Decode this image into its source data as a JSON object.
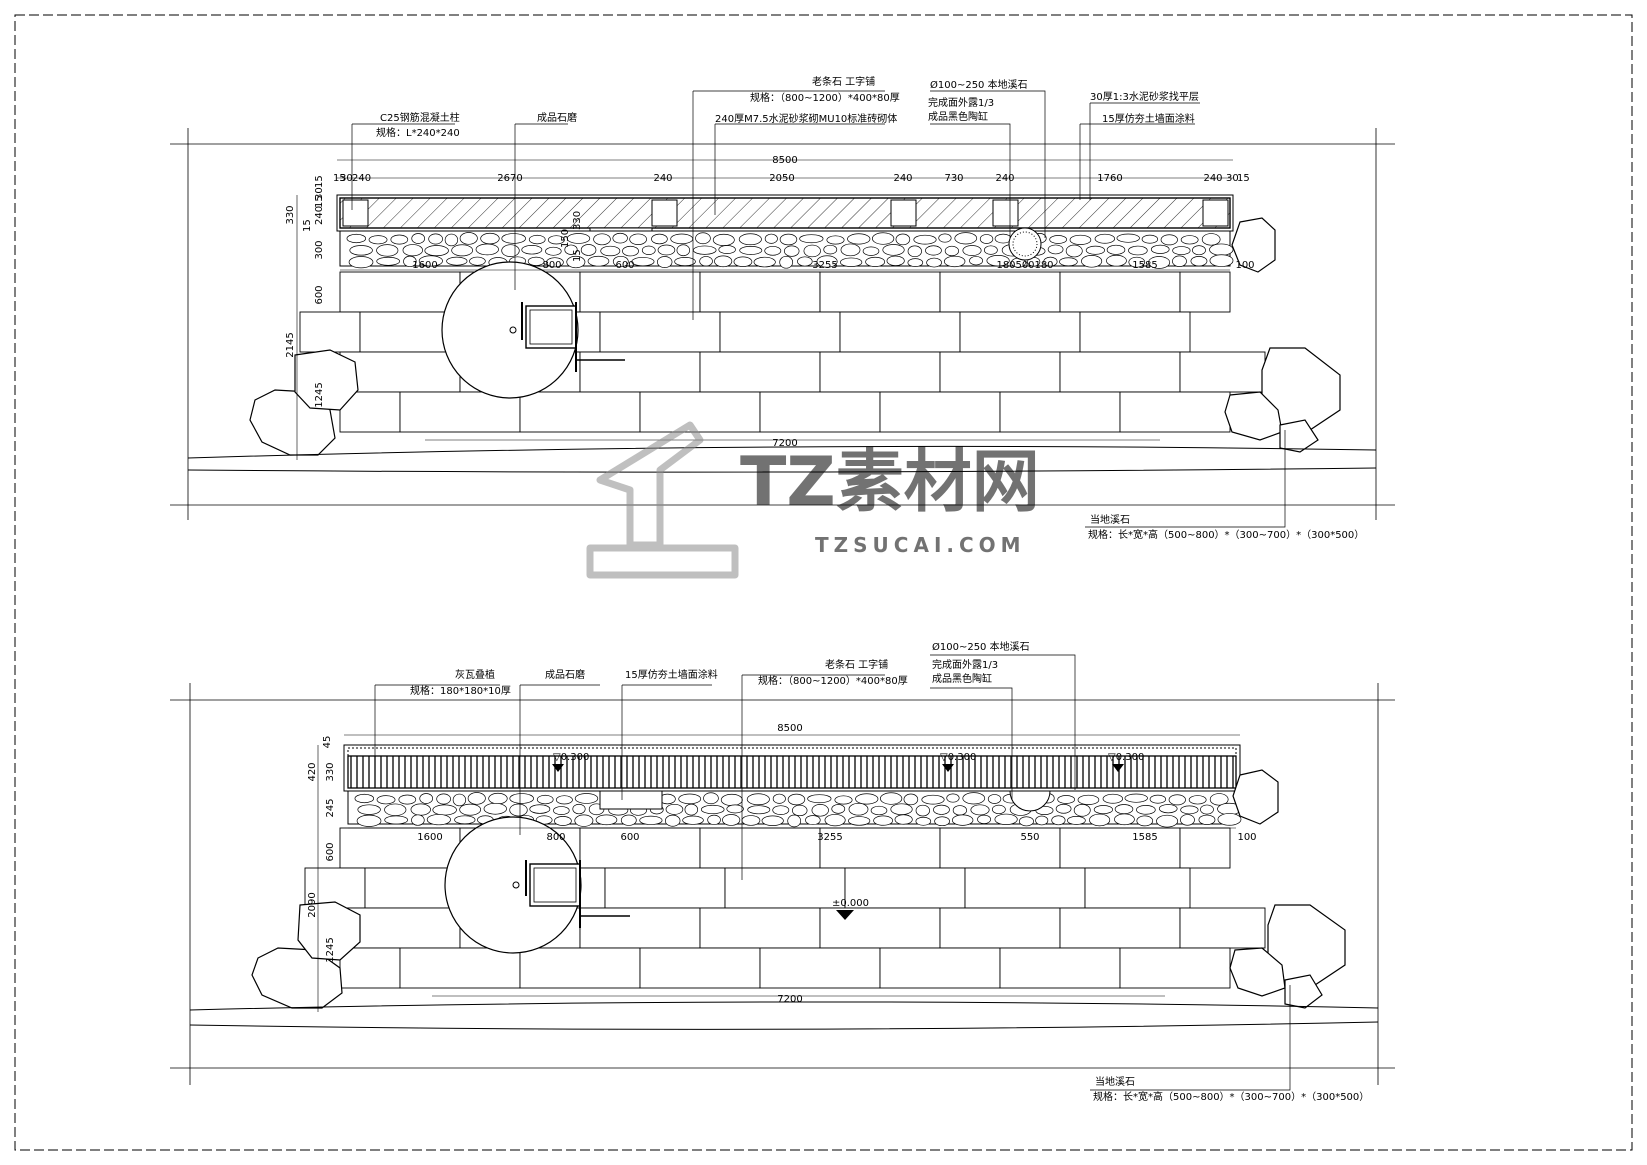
{
  "watermark": {
    "brand_cn": "TZ素材网",
    "site": "TZSUCAI.COM",
    "color": "#8c8c8c"
  },
  "elev1": {
    "labels": {
      "column": "C25钢筋混凝土柱",
      "column_spec": "规格：L*240*240",
      "millstone": "成品石磨",
      "strip_stone": "老条石  工字铺",
      "strip_spec": "规格：（800~1200）*400*80厚",
      "brick": "240厚M7.5水泥砂浆砌MU10标准砖砌体",
      "pebble": "Ø100~250 本地溪石",
      "jar1": "完成面外露1/3",
      "jar2": "成品黑色陶缸",
      "mortar": "30厚1:3水泥砂浆找平层",
      "coating": "15厚仿夯土墙面涂料",
      "rock": "当地溪石",
      "rock_spec": "规格：长*宽*高（500~800）*（300~700）*（300*500）"
    },
    "dims": {
      "total": "8500",
      "top": [
        "15",
        "30",
        "240",
        "2670",
        "240",
        "2050",
        "240",
        "730",
        "240",
        "1760",
        "240",
        "30",
        "15"
      ],
      "mid": [
        "1600",
        "800",
        "600",
        "3255",
        "180",
        "500",
        "180",
        "1585",
        "100"
      ],
      "left": [
        "330",
        "300",
        "600",
        "2145",
        "1245"
      ],
      "small": [
        "30",
        "15",
        "15",
        "240",
        "15",
        "330",
        "150",
        "15"
      ],
      "bottom": "7200"
    }
  },
  "elev2": {
    "labels": {
      "tile": "灰瓦叠植",
      "tile_spec": "规格：180*180*10厚",
      "millstone": "成品石磨",
      "coating": "15厚仿夯土墙面涂料",
      "strip_stone": "老条石  工字铺",
      "strip_spec": "规格：（800~1200）*400*80厚",
      "pebble": "Ø100~250 本地溪石",
      "jar1": "完成面外露1/3",
      "jar2": "成品黑色陶缸",
      "rock": "当地溪石",
      "rock_spec": "规格：长*宽*高（500~800）*（300~700）*（300*500）"
    },
    "dims": {
      "total": "8500",
      "mid": [
        "1600",
        "800",
        "600",
        "3255",
        "550",
        "1585",
        "100"
      ],
      "left": [
        "45",
        "420",
        "330",
        "245",
        "600",
        "2090",
        "1245"
      ],
      "bottom": "7200"
    },
    "levels": [
      "▽0.300",
      "▽0.300",
      "▽0.300",
      "±0.000"
    ]
  }
}
